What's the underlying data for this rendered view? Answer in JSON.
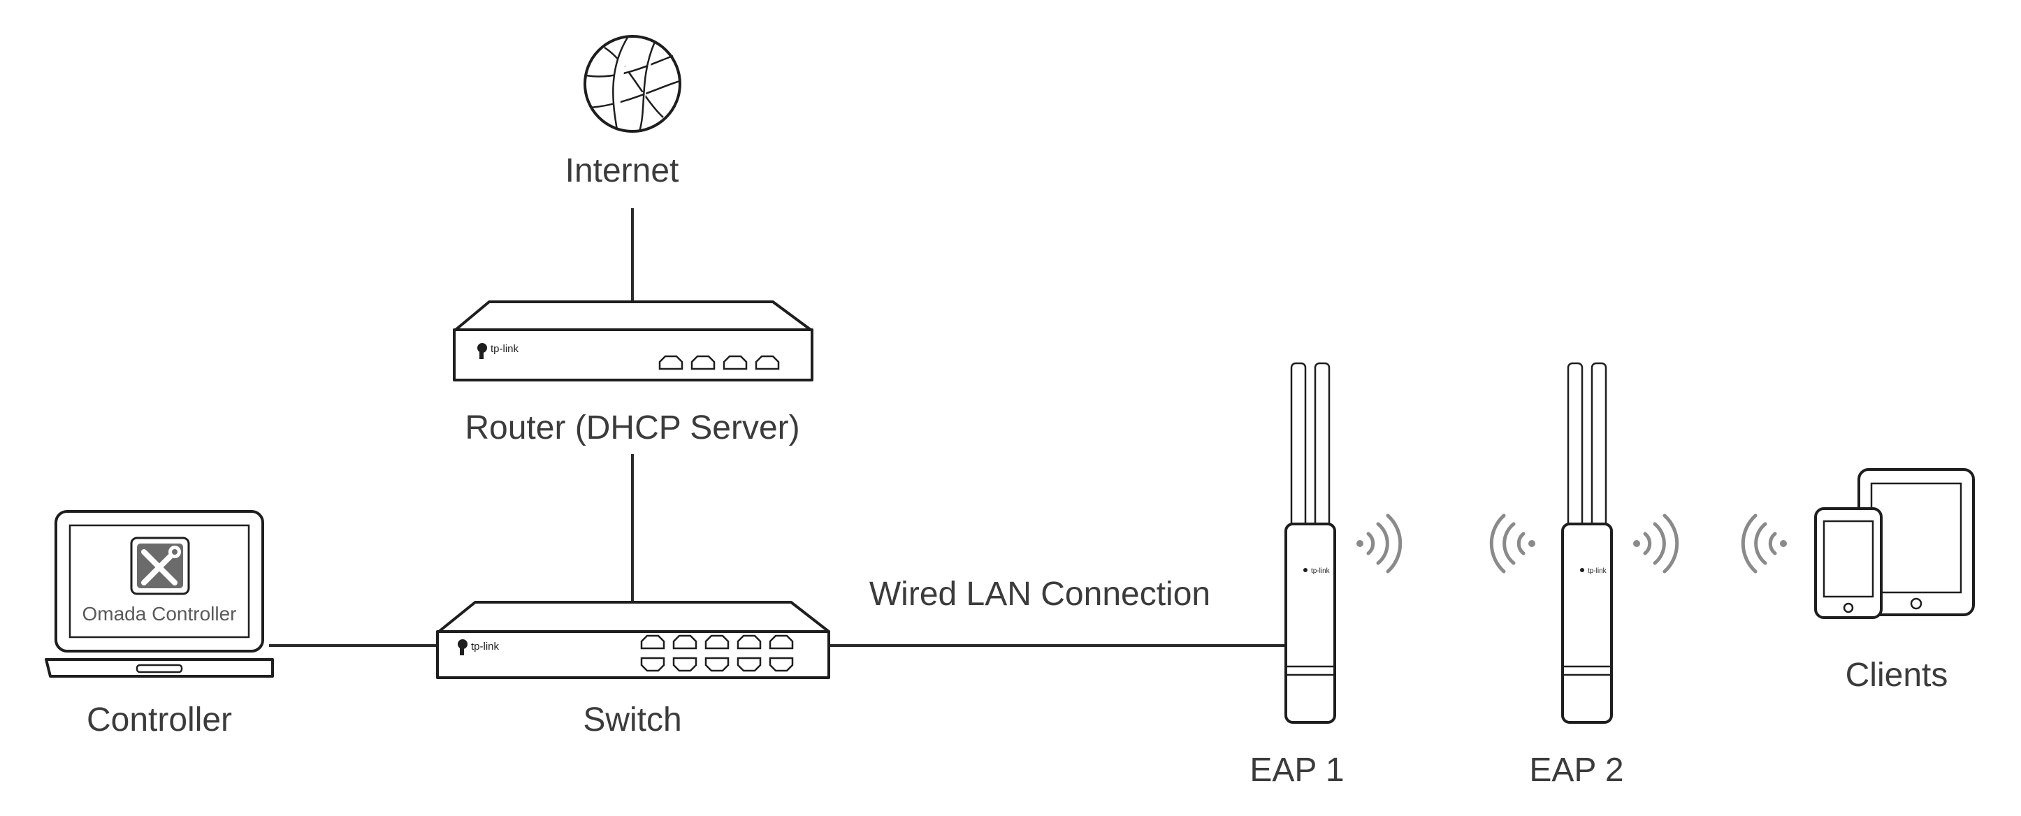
{
  "nodes": {
    "internet": "Internet",
    "router": "Router (DHCP Server)",
    "switch": "Switch",
    "controller": "Controller",
    "eap1": "EAP 1",
    "eap2": "EAP 2",
    "clients": "Clients"
  },
  "edges": {
    "wired": "Wired LAN Connection"
  },
  "screen_text": "Omada Controller",
  "brand": "tp-link",
  "icons": [
    "globe-icon",
    "router-icon",
    "switch-icon",
    "laptop-icon",
    "tools-icon",
    "access-point-icon",
    "wifi-signal-icon",
    "tablet-icon",
    "phone-icon"
  ]
}
